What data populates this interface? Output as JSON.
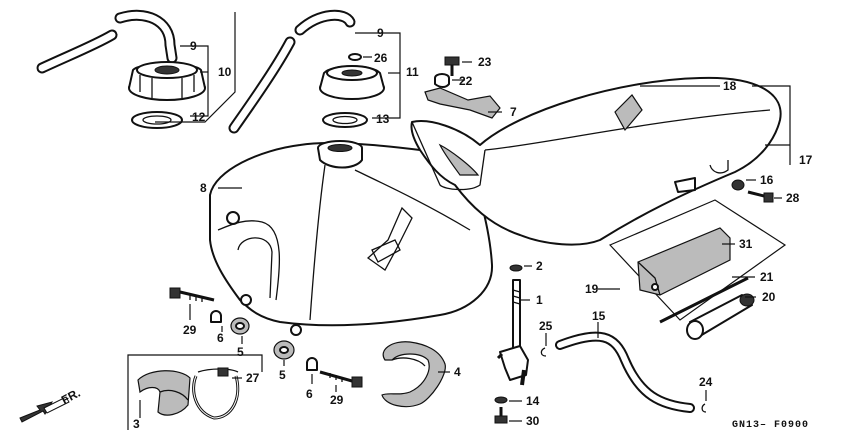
{
  "diagram_code": "GN13– F0900",
  "front_arrow_label": "FR.",
  "callouts": {
    "c1": "1",
    "c2": "2",
    "c3": "3",
    "c4": "4",
    "c5a": "5",
    "c5b": "5",
    "c6a": "6",
    "c6b": "6",
    "c7": "7",
    "c8": "8",
    "c9a": "9",
    "c9b": "9",
    "c10": "10",
    "c11": "11",
    "c12": "12",
    "c13": "13",
    "c14": "14",
    "c15": "15",
    "c16": "16",
    "c17": "17",
    "c18": "18",
    "c19": "19",
    "c20": "20",
    "c21": "21",
    "c22": "22",
    "c23": "23",
    "c24": "24",
    "c25": "25",
    "c26": "26",
    "c27": "27",
    "c28": "28",
    "c29a": "29",
    "c29b": "29",
    "c30": "30",
    "c31": "31"
  }
}
